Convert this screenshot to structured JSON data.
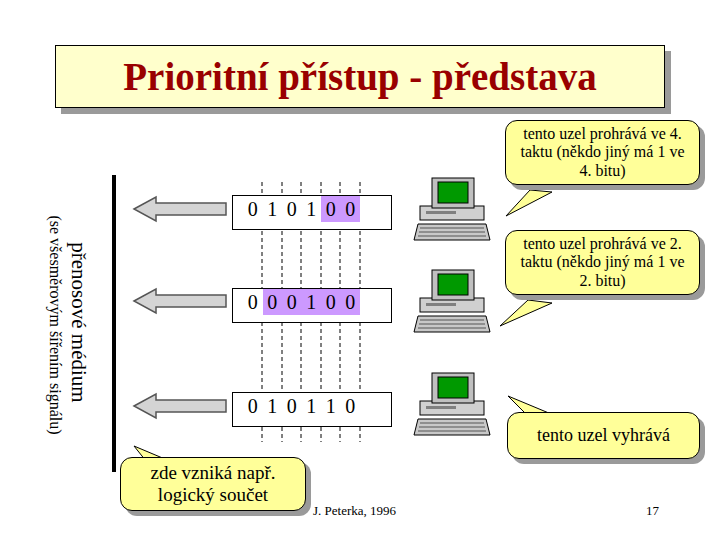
{
  "diagram": {
    "title": "Prioritní přístup - představa",
    "nodes": [
      {
        "text": [
          "tento uzel prohrává ve 4. taktu (někdo jiný má 1 ve 4. bitu)"
        ]
      },
      {
        "text": [
          "0 1 0 1 0 0"
        ]
      },
      {
        "text": [
          "tento uzel prohrává ve 2. taktu (někdo jiný má 1 ve 2. bitu)"
        ]
      },
      {
        "text": [
          "0 0 0 1 0 0"
        ]
      },
      {
        "text": [
          "0 1 0 1 1 0"
        ]
      },
      {
        "text": [
          "tento uzel vyhrává"
        ]
      },
      {
        "text": [
          "zde vzniká např. logický součet"
        ]
      }
    ],
    "labels": [
      "přenosové médium",
      "(se všesměrovým šířením signálu)",
      "J. Peterka, 1996",
      "17"
    ]
  }
}
